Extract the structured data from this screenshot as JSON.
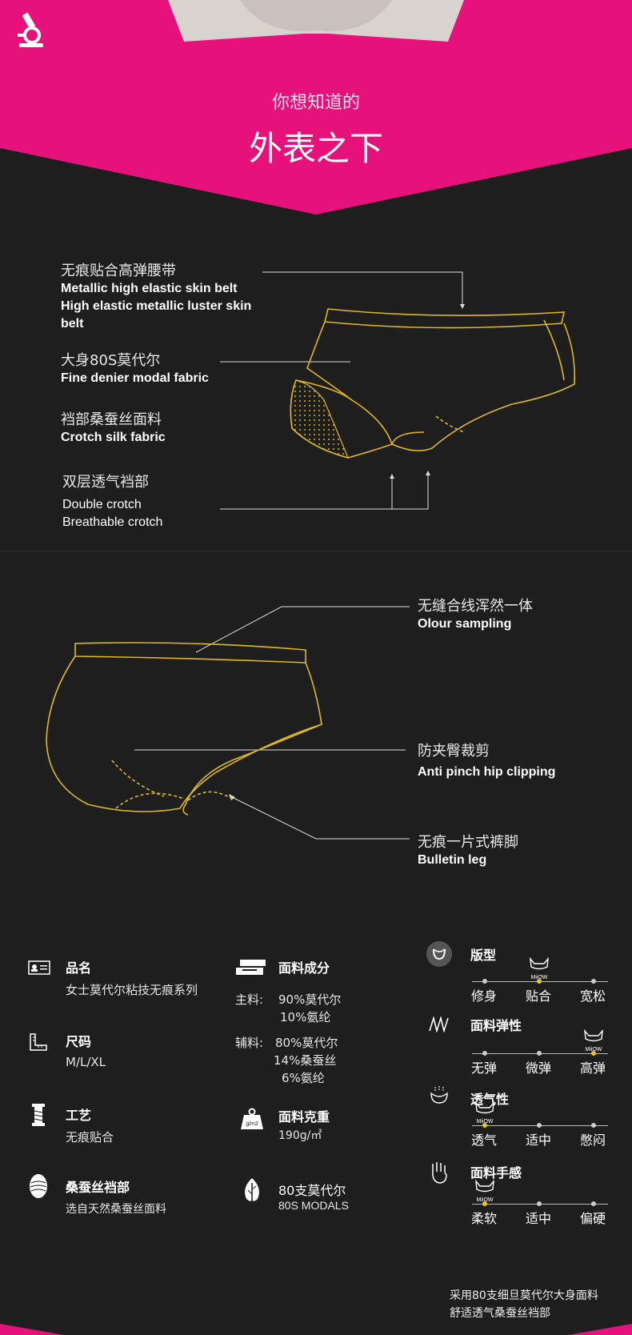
{
  "header": {
    "subtitle": "你想知道的",
    "title": "外表之下",
    "brand_color": "#e6117a"
  },
  "diagram1": {
    "labels": [
      {
        "cn": "无痕贴合高弹腰带",
        "en": [
          "Metallic high elastic skin belt",
          "High elastic metallic luster skin",
          "belt"
        ]
      },
      {
        "cn": "大身80S莫代尔",
        "en": [
          "Fine denier modal fabric"
        ]
      },
      {
        "cn": "裆部桑蚕丝面料",
        "en": [
          "Crotch silk fabric"
        ]
      },
      {
        "cn": "双层透气裆部",
        "en": [
          "Double crotch",
          "Breathable crotch"
        ]
      }
    ]
  },
  "diagram2": {
    "labels": [
      {
        "cn": "无缝合线浑然一体",
        "en": "Olour sampling"
      },
      {
        "cn": "防夹臀裁剪",
        "en": "Anti pinch hip clipping"
      },
      {
        "cn": "无痕一片式裤脚",
        "en": "Bulletin leg"
      }
    ]
  },
  "specs": {
    "left": [
      {
        "icon": "id-card-icon",
        "title": "品名",
        "value": "女士莫代尔粘技无痕系列"
      },
      {
        "icon": "ruler-icon",
        "title": "尺码",
        "value": "M/L/XL"
      },
      {
        "icon": "spool-icon",
        "title": "工艺",
        "value": "无痕贴合"
      },
      {
        "icon": "silk-cocoon-icon",
        "title": "桑蚕丝裆部",
        "value": "选自天然桑蚕丝面料"
      }
    ],
    "middle": {
      "fabric_title": "面料成分",
      "main_label": "主料:",
      "main_lines": [
        "90%莫代尔",
        "10%氨纶"
      ],
      "aux_label": "辅料:",
      "aux_lines": [
        "80%莫代尔",
        "14%桑蚕丝",
        "6%氨纶"
      ],
      "weight_title": "面料克重",
      "weight_value": "190g/㎡",
      "weight_badge": "g/m2",
      "modal_title": "80支莫代尔",
      "modal_value": "80S MODALS"
    },
    "right": [
      {
        "icon": "fit-icon",
        "title": "版型",
        "options": [
          "修身",
          "贴合",
          "宽松"
        ],
        "selected": 1
      },
      {
        "icon": "elastic-icon",
        "title": "面料弹性",
        "options": [
          "无弹",
          "微弹",
          "高弹"
        ],
        "selected": 2
      },
      {
        "icon": "breathable-icon",
        "title": "透气性",
        "options": [
          "透气",
          "适中",
          "憋闷"
        ],
        "selected": 0
      },
      {
        "icon": "hand-feel-icon",
        "title": "面料手感",
        "options": [
          "柔软",
          "适中",
          "偏硬"
        ],
        "selected": 0
      }
    ],
    "marker_text": "MiiOW"
  },
  "footer": {
    "lines": [
      "采用80支细旦莫代尔大身面料",
      "舒适透气桑蚕丝裆部"
    ]
  }
}
